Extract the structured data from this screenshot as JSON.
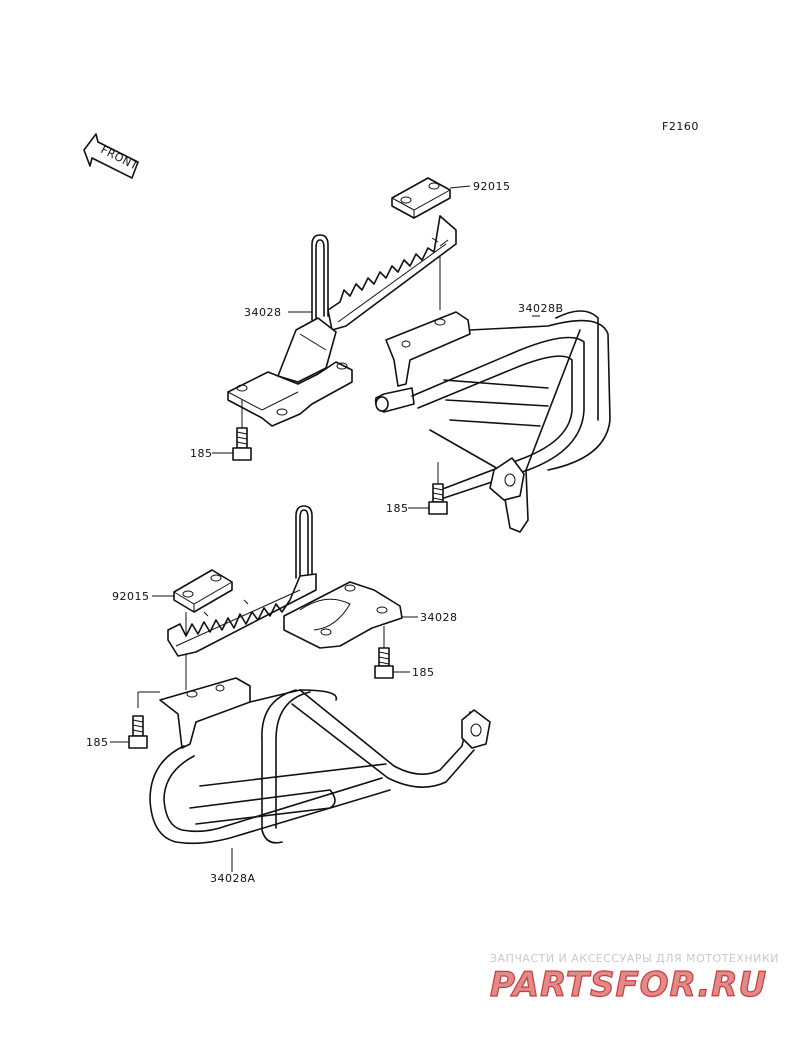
{
  "diagram": {
    "code": "F2160",
    "front_arrow_text": "FRONT",
    "labels": {
      "pad_upper": "92015",
      "step_upper": "34028",
      "guard_right": "34028B",
      "bolt_upper_left": "185",
      "bolt_upper_right": "185",
      "pad_lower": "92015",
      "step_lower": "34028",
      "bolt_lower_right": "185",
      "bolt_lower_left": "185",
      "guard_left": "34028A"
    }
  },
  "watermark": {
    "caption": "ЗАПЧАСТИ И АКСЕССУАРЫ ДЛЯ МОТОТЕХНИКИ",
    "logo_text": "PARTSFOR.RU",
    "colors": {
      "logo_red": "#e08a8a",
      "logo_outline": "#cc3b3b",
      "caption_gray": "#c9c9c9"
    }
  }
}
